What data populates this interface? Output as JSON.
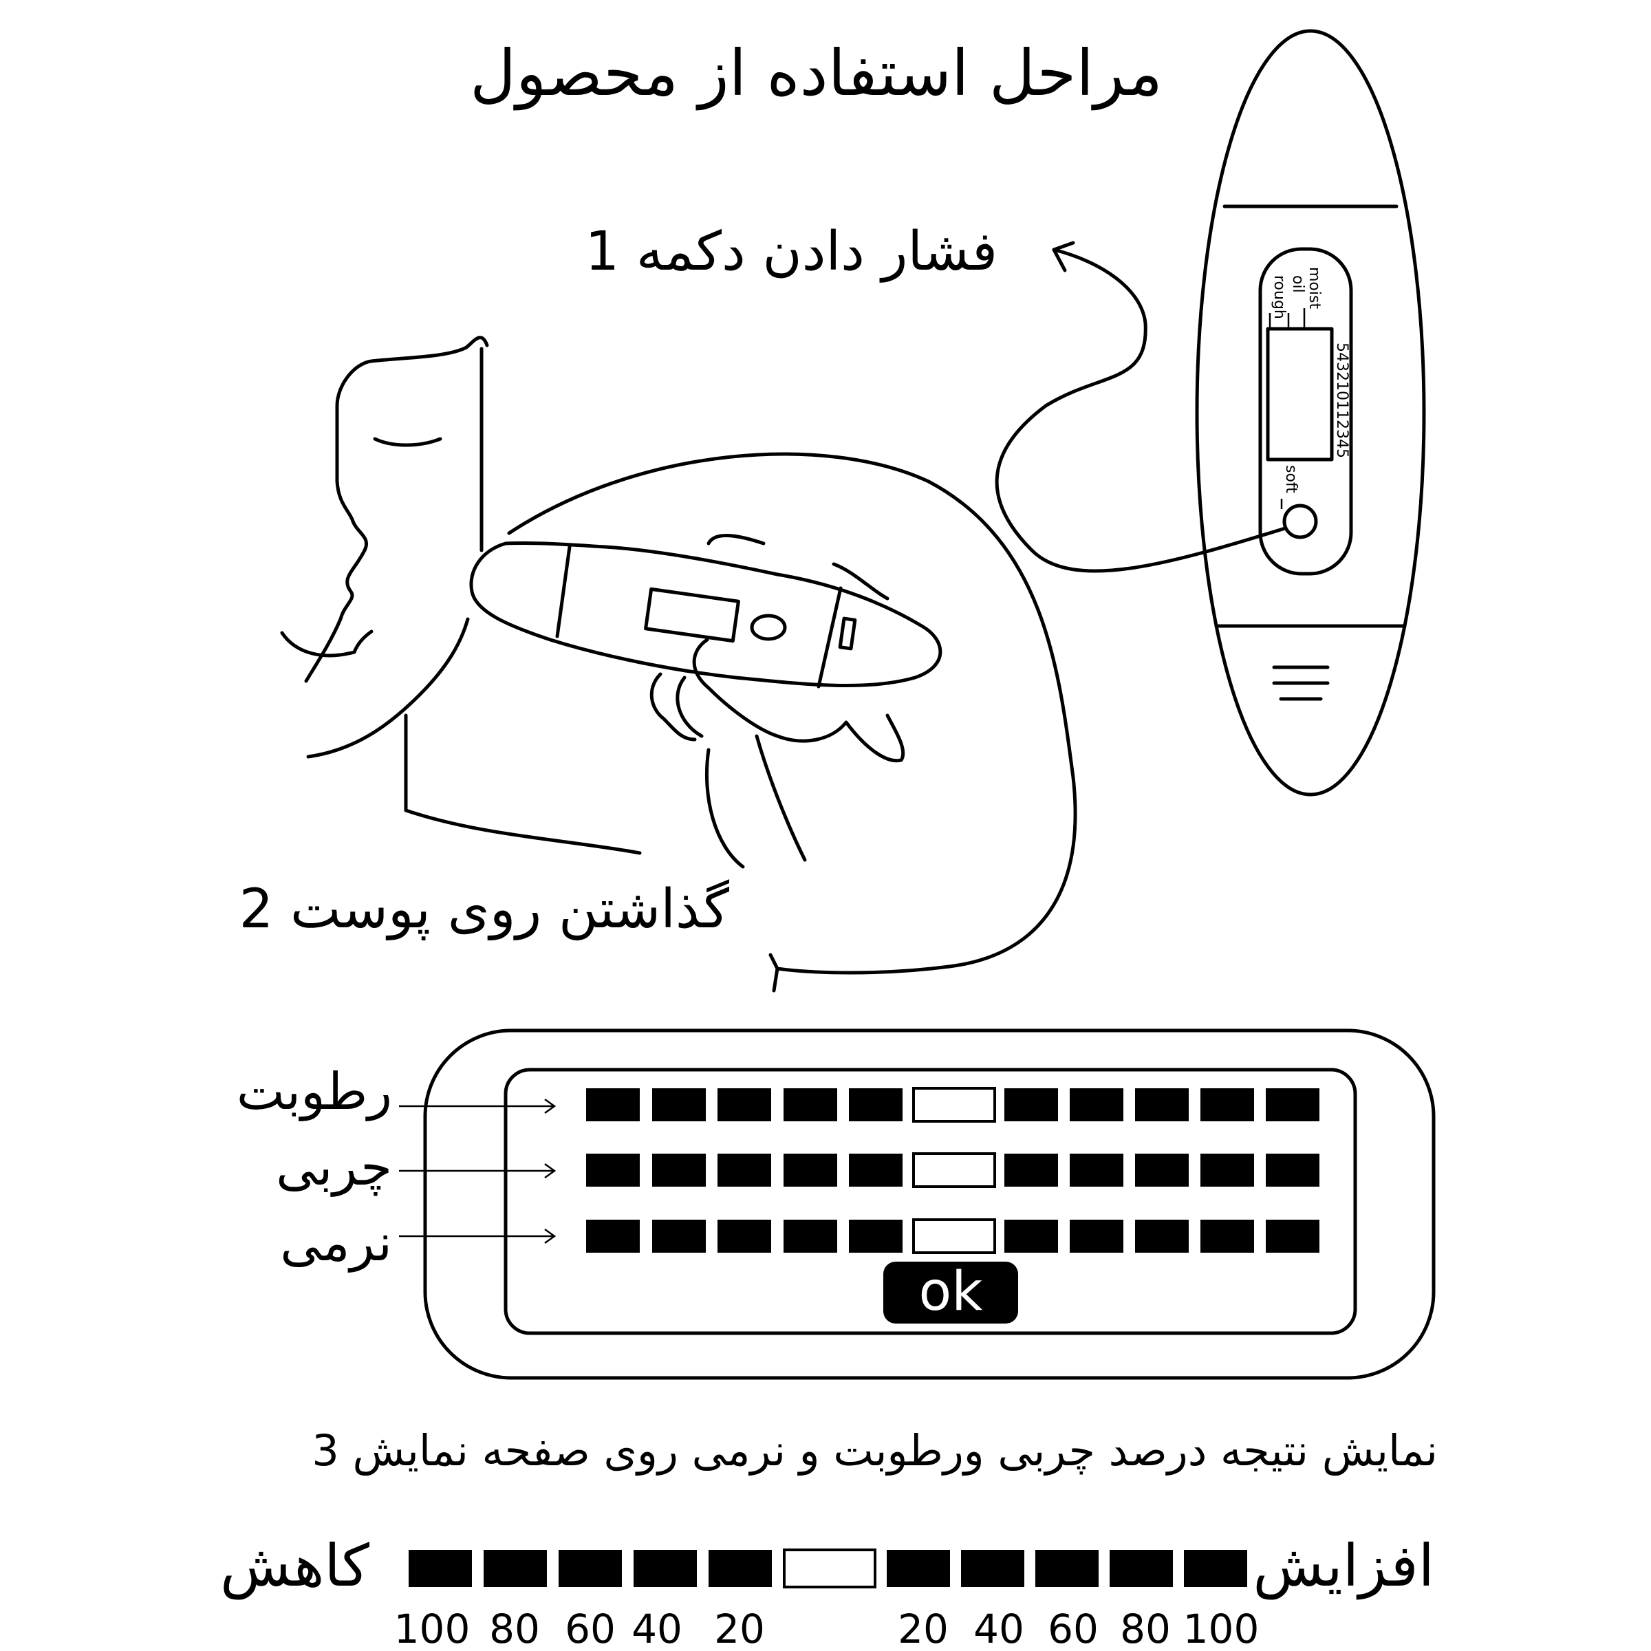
{
  "title": "مراحل استفاده از محصول",
  "steps": {
    "step1": "1 فشار دادن دکمه",
    "step2": "2 گذاشتن روی پوست",
    "step3": "3 نمایش نتیجه درصد چربی ورطوبت و نرمی روی صفحه نمایش"
  },
  "device": {
    "label_moist": "moist",
    "label_oil": "oil",
    "label_rough": "rough",
    "label_soft": "soft",
    "scale": "543210112345"
  },
  "display": {
    "rows": [
      {
        "label": "رطوبت"
      },
      {
        "label": "چربی"
      },
      {
        "label": "نرمی"
      }
    ],
    "ok_label": "ok"
  },
  "legend": {
    "decrease": "کاهش",
    "increase": "افزایش",
    "ticks_left": [
      "100",
      "80",
      "60",
      "40",
      "20"
    ],
    "ticks_right": [
      "20",
      "40",
      "60",
      "80",
      "100"
    ]
  }
}
